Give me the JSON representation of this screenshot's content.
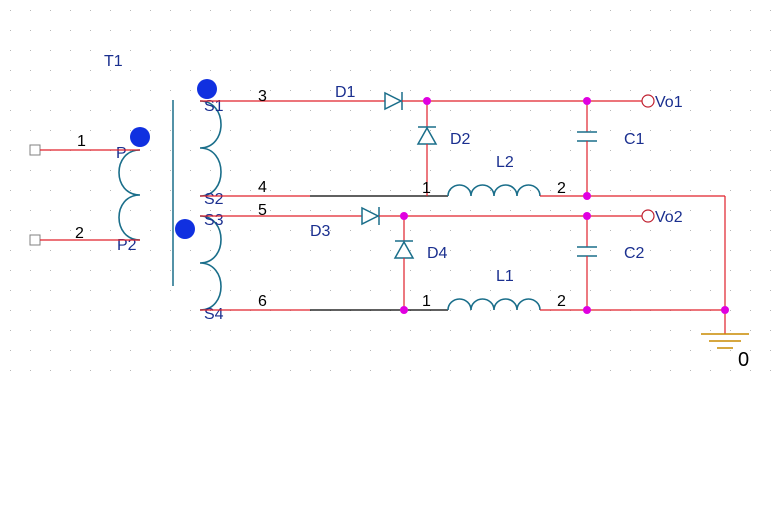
{
  "transformer": {
    "ref": "T1",
    "primary_top": "P",
    "primary_bottom": "P2",
    "secondary_labels": [
      "S1",
      "S2",
      "S3",
      "S4"
    ]
  },
  "pins": {
    "p1": "1",
    "p2": "2",
    "n3": "3",
    "n4": "4",
    "n5": "5",
    "n6": "6",
    "l2_left": "1",
    "l2_right": "2",
    "l1_left": "1",
    "l1_right": "2"
  },
  "parts": {
    "d1": "D1",
    "d2": "D2",
    "d3": "D3",
    "d4": "D4",
    "l1": "L1",
    "l2": "L2",
    "c1": "C1",
    "c2": "C2"
  },
  "outputs": {
    "vo1": "Vo1",
    "vo2": "Vo2"
  },
  "ground": {
    "label": "0"
  },
  "colors": {
    "wire": "#e0202a",
    "component": "#1a6e8a",
    "junction": "#e000e0",
    "dot": "#1030e0",
    "text": "#1a2f8f"
  }
}
